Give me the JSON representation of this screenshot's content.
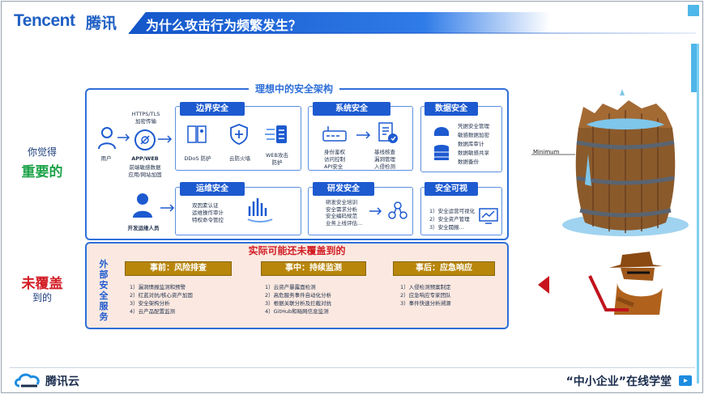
{
  "header": {
    "logo_en": "Tencent",
    "logo_cn": "腾讯",
    "title": "为什么攻击行为频繁发生？"
  },
  "side": {
    "think_label": "你觉得",
    "important_label": "重要的",
    "uncovered_label": "未覆盖",
    "of_label": "到的"
  },
  "architecture": {
    "title": "理想中的安全架构",
    "user_label": "用户",
    "transport_label": "HTTPS/TLS\n加密传输",
    "app_label": "APP/WEB",
    "frontend_label": "前端敏感数据\n应用/网站加固",
    "ops_user_label": "开发运维人员",
    "border": {
      "head": "边界安全",
      "ddos": "DDoS 防护",
      "firewall": "云防火墙",
      "web": "WEB攻击\n防护"
    },
    "system": {
      "head": "系统安全",
      "left": "身份鉴权\n访问控制\nAPI安全",
      "right": "基线核查\n漏洞管理\n入侵检测"
    },
    "data": {
      "head": "数据安全",
      "items": [
        "凭据安全管理",
        "敏感数据加密",
        "数据库审计",
        "数据敏感共享",
        "数据备份"
      ]
    },
    "ops": {
      "head": "运维安全",
      "text": "双因素认证\n运维操作审计\n特权命令管控"
    },
    "dev": {
      "head": "研发安全",
      "text": "研发安全培训\n安全需求分析\n安全编码规范\n业务上线评估..."
    },
    "visible": {
      "head": "安全可视",
      "items": [
        "1）安全运营可视化",
        "2）安全资产管理",
        "3）安全閥报..."
      ]
    }
  },
  "external": {
    "title": "实际可能还未覆盖到的",
    "vertical_label": "外部安全服务",
    "columns": [
      {
        "head": "事前：风险排查",
        "items": [
          "1）漏洞情报监测和预警",
          "2）红蓝对抗/核心资产加固",
          "3）安全架构分析",
          "4）云产品配置监测"
        ]
      },
      {
        "head": "事中：持续监测",
        "items": [
          "1）云资产暴露面检测",
          "2）高危服务事件自动化分析",
          "3）根据关联分析及拦截对抗",
          "4）GitHub和暗网信息监测"
        ]
      },
      {
        "head": "事后：应急响应",
        "items": [
          "1）入侵检测预案制定",
          "2）应急响应专家团队",
          "3）事件快速分析溯源"
        ]
      }
    ]
  },
  "barrel": {
    "minimum_label": "Minimum"
  },
  "footer": {
    "brand": "腾讯云",
    "slogan": "“中小企业”在线学堂"
  },
  "colors": {
    "primary_blue": "#1d5ad0",
    "accent_red": "#d21d25",
    "accent_green": "#1ea34a",
    "gold": "#b8860b"
  }
}
